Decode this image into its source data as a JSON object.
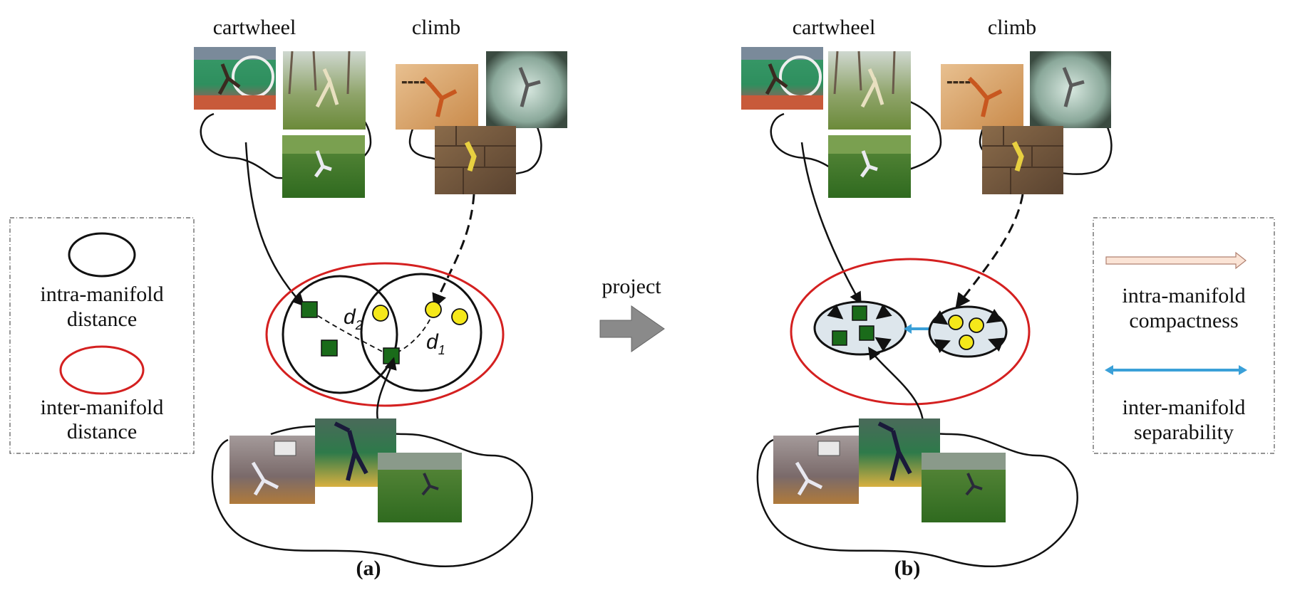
{
  "panel_a": {
    "class_left": "cartwheel",
    "class_right": "climb",
    "d1": "d",
    "d1_sub": "1",
    "d2": "d",
    "d2_sub": "2",
    "caption": "(a)"
  },
  "panel_b": {
    "class_left": "cartwheel",
    "class_right": "climb",
    "caption": "(b)"
  },
  "middle": {
    "label": "project"
  },
  "legend_left": {
    "intra_line1": "intra-manifold",
    "intra_line2": "distance",
    "inter_line1": "inter-manifold",
    "inter_line2": "distance"
  },
  "legend_right": {
    "compact_line1": "intra-manifold",
    "compact_line2": "compactness",
    "sep_line1": "inter-manifold",
    "sep_line2": "separability"
  },
  "colors": {
    "square": "#1a6b1a",
    "circle": "#f5e81a",
    "red_manifold": "#d42020",
    "blue_arrow": "#3aa0d8",
    "pink_arrow": "#f4c8b0",
    "gray_arrow": "#8a8a8a"
  }
}
